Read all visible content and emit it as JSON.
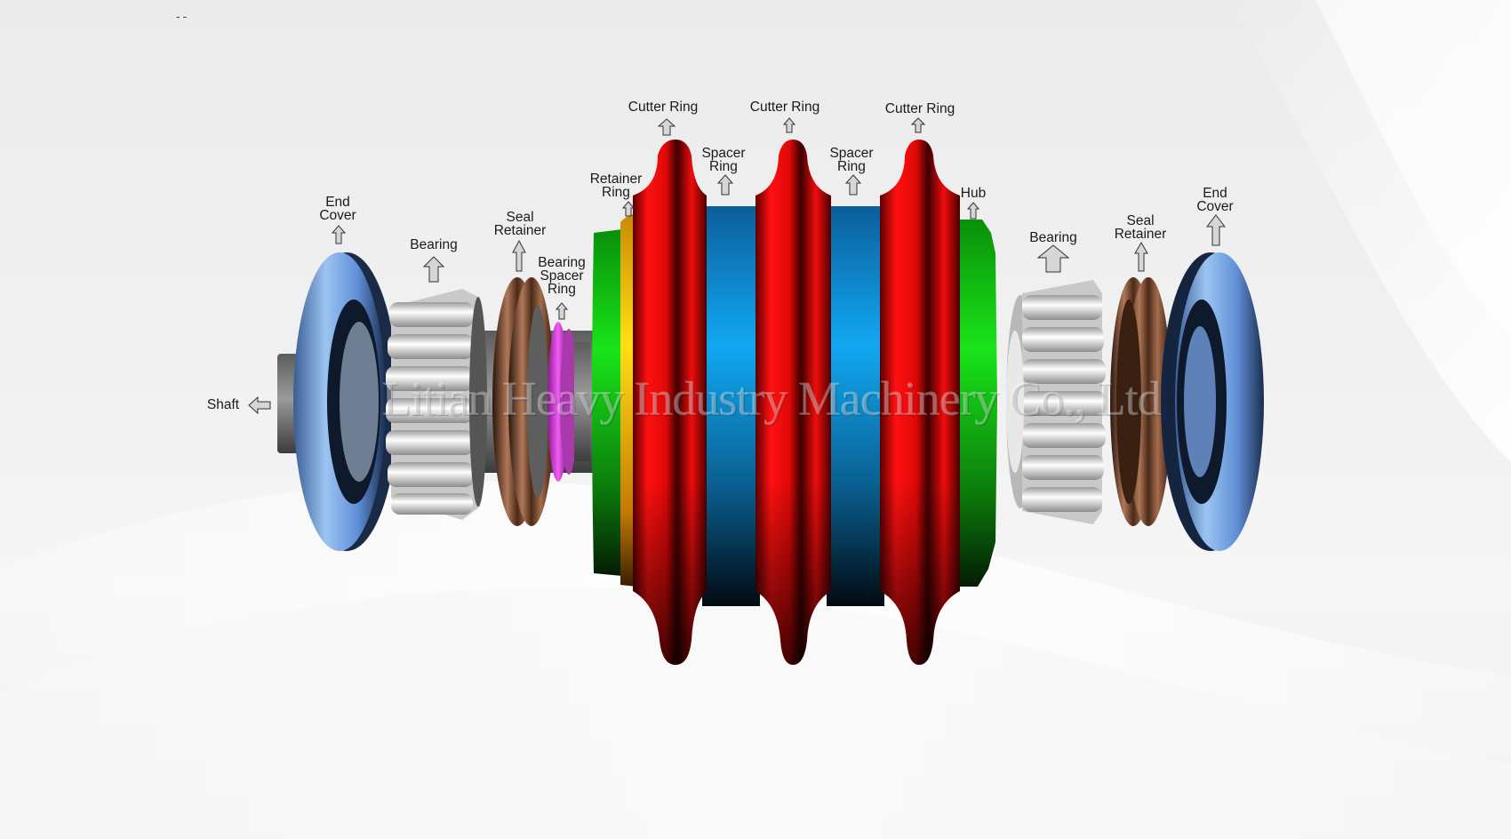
{
  "top_marks": "--",
  "watermark": "Litian Heavy Industry Machinery Co., Ltd",
  "labels": {
    "shaft": "Shaft",
    "end_cover_left": [
      "End",
      "Cover"
    ],
    "bearing_left": "Bearing",
    "seal_retainer_left": [
      "Seal",
      "Retainer"
    ],
    "bearing_spacer_ring": [
      "Bearing",
      "Spacer",
      "Ring"
    ],
    "retainer_ring": [
      "Retainer",
      "Ring"
    ],
    "cutter_ring_1": "Cutter Ring",
    "spacer_ring_1": [
      "Spacer",
      "Ring"
    ],
    "cutter_ring_2": "Cutter Ring",
    "spacer_ring_2": [
      "Spacer",
      "Ring"
    ],
    "cutter_ring_3": "Cutter Ring",
    "hub": "Hub",
    "bearing_right": "Bearing",
    "seal_retainer_right": [
      "Seal",
      "Retainer"
    ],
    "end_cover_right": [
      "End",
      "Cover"
    ]
  },
  "colors": {
    "end_cover": "#6f9bd8",
    "bearing": "#d9d9d9",
    "seal_retainer": "#6b4330",
    "bearing_spacer_ring": "#d23fd6",
    "retainer_ring": "#e3a20c",
    "hub": "#0fa60f",
    "cutter_ring": "#e8090b",
    "spacer_ring": "#0f86cf",
    "shaft": "#7a7a7a"
  }
}
